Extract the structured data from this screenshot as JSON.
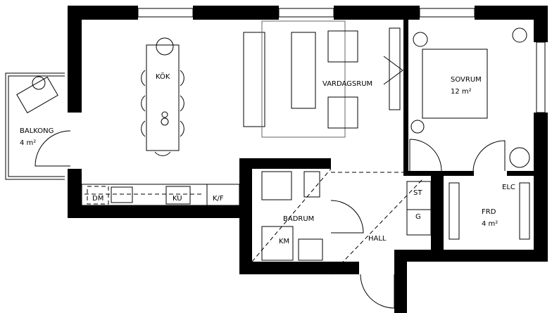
{
  "rooms": {
    "kitchen": {
      "name": "KÖK"
    },
    "living": {
      "name": "VARDAGSRUM"
    },
    "bedroom": {
      "name": "SOVRUM",
      "area": "12 m²"
    },
    "balcony": {
      "name": "BALKONG",
      "area": "4 m²"
    },
    "bathroom": {
      "name": "BADRUM"
    },
    "hall": {
      "name": "HALL"
    },
    "storage": {
      "name": "FRD",
      "area": "4 m²"
    }
  },
  "fixtures": {
    "dishwasher": "DM",
    "fridge_freezer": "KU",
    "kf": "K/F",
    "washing_machine": "KM",
    "wardrobe": "ST",
    "g": "G",
    "electrical": "ELC"
  },
  "colors": {
    "wall": "#000000",
    "line": "#000000",
    "background": "#ffffff"
  }
}
